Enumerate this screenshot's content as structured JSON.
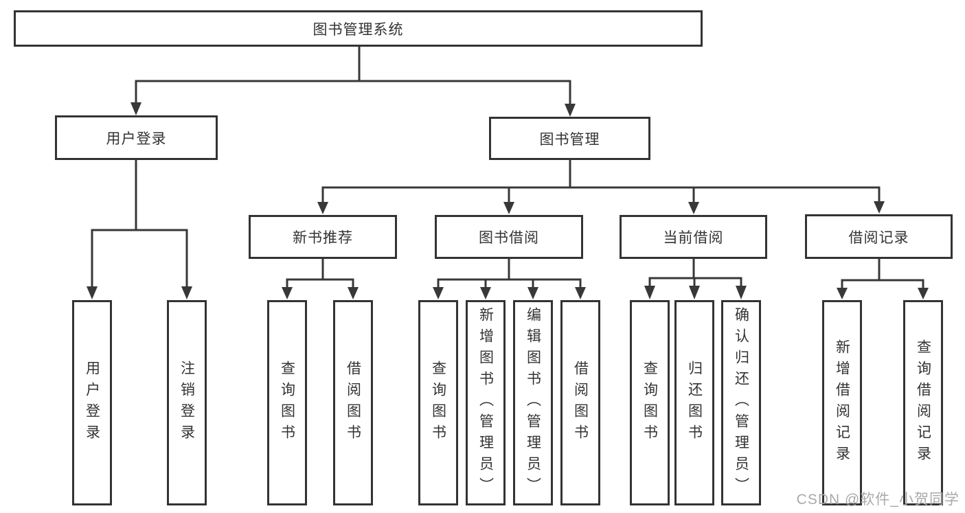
{
  "diagram_title": "图书管理系统",
  "colors": {
    "line": "#383838",
    "box_border": "#333333",
    "text": "#333333",
    "background": "#ffffff",
    "watermark": "#a9a9a9"
  },
  "root": {
    "label": "图书管理系统"
  },
  "level2": [
    {
      "label": "用户登录"
    },
    {
      "label": "图书管理"
    }
  ],
  "level3": [
    {
      "label": "新书推荐",
      "parent": "图书管理"
    },
    {
      "label": "图书借阅",
      "parent": "图书管理"
    },
    {
      "label": "当前借阅",
      "parent": "图书管理"
    },
    {
      "label": "借阅记录",
      "parent": "图书管理"
    }
  ],
  "leaves": [
    {
      "label": "用户登录",
      "parent": "用户登录"
    },
    {
      "label": "注销登录",
      "parent": "用户登录"
    },
    {
      "label": "查询图书",
      "parent": "新书推荐"
    },
    {
      "label": "借阅图书",
      "parent": "新书推荐"
    },
    {
      "label": "查询图书",
      "parent": "图书借阅"
    },
    {
      "label": "新增图书（管理员）",
      "parent": "图书借阅"
    },
    {
      "label": "编辑图书（管理员）",
      "parent": "图书借阅"
    },
    {
      "label": "借阅图书",
      "parent": "图书借阅"
    },
    {
      "label": "查询图书",
      "parent": "当前借阅"
    },
    {
      "label": "归还图书",
      "parent": "当前借阅"
    },
    {
      "label": "确认归还（管理员）",
      "parent": "当前借阅"
    },
    {
      "label": "新增借阅记录",
      "parent": "借阅记录"
    },
    {
      "label": "查询借阅记录",
      "parent": "借阅记录"
    }
  ],
  "watermark": {
    "text": "CSDN @软件_小贺同学"
  }
}
